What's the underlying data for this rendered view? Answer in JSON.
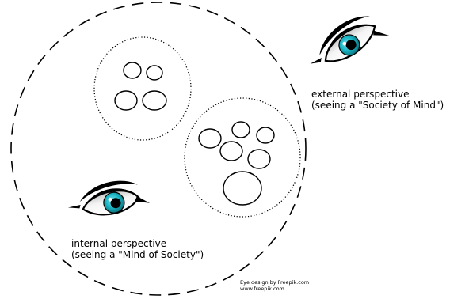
{
  "labels": {
    "external_line1": "external perspective",
    "external_line2": "(seeing a \"Society of Mind\")",
    "internal_line1": "internal perspective",
    "internal_line2": "(seeing a \"Mind of Society\")"
  },
  "credit": {
    "line1": "Eye design by Freepik.com",
    "line2": "www.freepik.com"
  },
  "icons": {
    "external_eye": "eye-icon",
    "internal_eye": "eye-icon"
  },
  "colors": {
    "stroke": "#000000",
    "iris": "#19b5c4",
    "iris_dark": "#0b7f8a",
    "eye_shade": "#cfcfcf",
    "background": "#ffffff"
  }
}
